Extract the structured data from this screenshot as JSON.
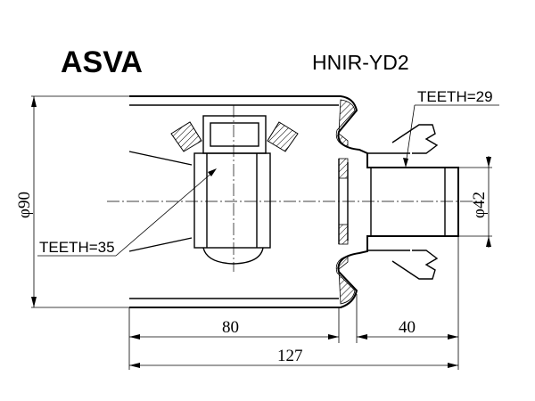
{
  "brand": "ASVA",
  "part_number": "HNIR-YD2",
  "labels": {
    "teeth_outer": "TEETH=29",
    "teeth_inner": "TEETH=35"
  },
  "dimensions": {
    "outer_diameter": "φ90",
    "shaft_diameter": "φ42",
    "body_length": "80",
    "shaft_length": "40",
    "total_length": "127"
  },
  "colors": {
    "line": "#000000",
    "background": "#ffffff",
    "hatch": "#000000"
  }
}
